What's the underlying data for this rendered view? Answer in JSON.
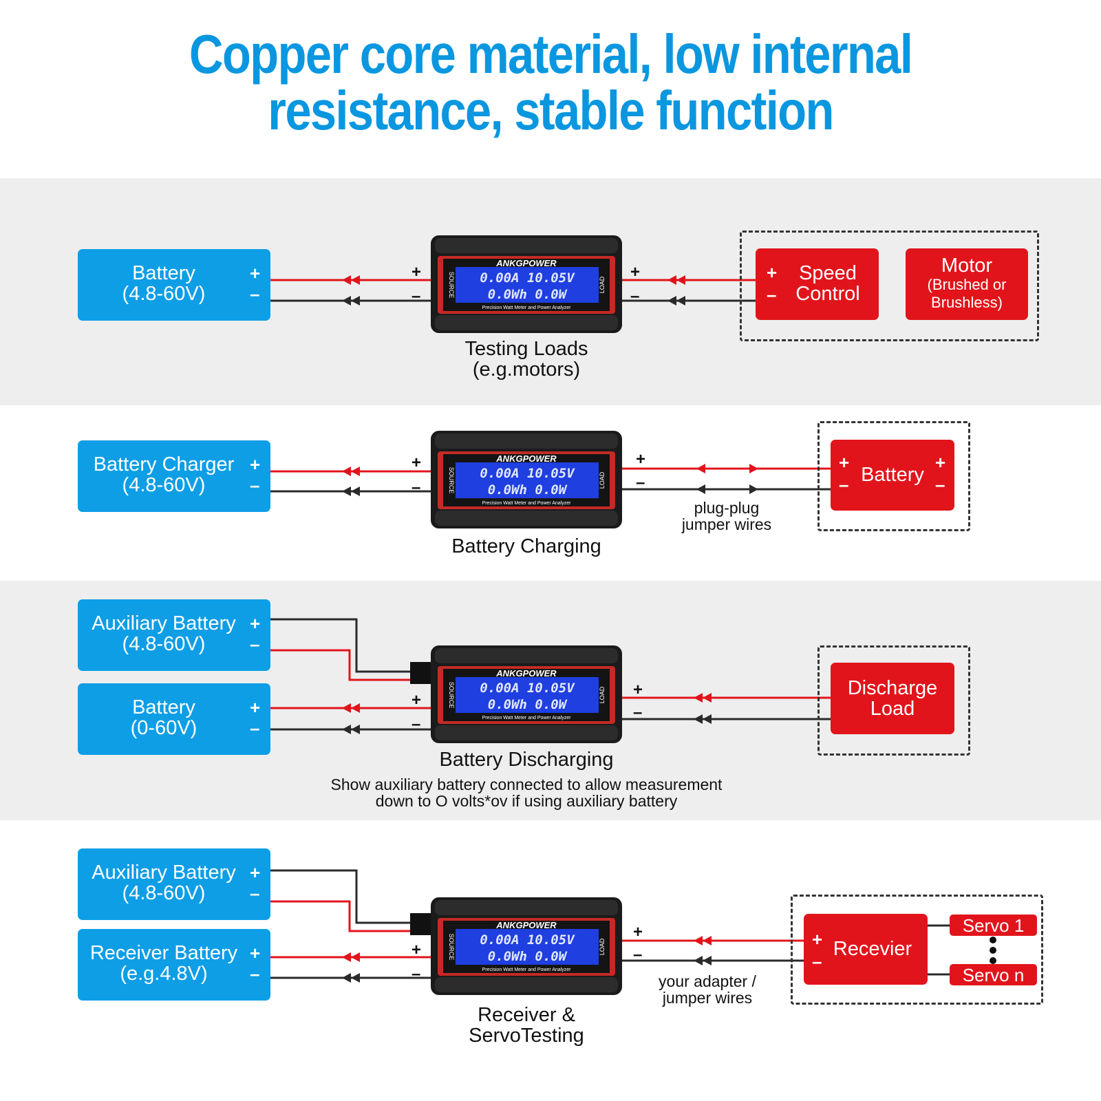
{
  "title": {
    "line1": "Copper core material, low internal",
    "line2": "resistance, stable function"
  },
  "colors": {
    "blue": "#0e9ee6",
    "red": "#e2141b",
    "title_blue": "#0a97e0",
    "band_gray": "#eeeeee",
    "lcd_blue": "#1f3fe0"
  },
  "meter": {
    "brand": "ANKGPOWER",
    "line1": "0.00A 10.05V",
    "line2": "0.0Wh   0.0W",
    "footer": "Precision Watt Meter and Power Analyzer",
    "source_label": "SOURCE",
    "load_label": "LOAD"
  },
  "signs": {
    "plus": "+",
    "minus": "–"
  },
  "sections": {
    "testing": {
      "battery_l1": "Battery",
      "battery_l2": "(4.8-60V)",
      "speed_l1": "Speed",
      "speed_l2": "Control",
      "motor_l1": "Motor",
      "motor_l2": "(Brushed or",
      "motor_l3": "Brushless)",
      "caption_l1": "Testing Loads",
      "caption_l2": "(e.g.motors)"
    },
    "charging": {
      "charger_l1": "Battery Charger",
      "charger_l2": "(4.8-60V)",
      "battery": "Battery",
      "note_l1": "plug-plug",
      "note_l2": "jumper wires",
      "caption": "Battery Charging"
    },
    "discharging": {
      "aux_l1": "Auxiliary Battery",
      "aux_l2": "(4.8-60V)",
      "battery_l1": "Battery",
      "battery_l2": "(0-60V)",
      "load_l1": "Discharge",
      "load_l2": "Load",
      "caption": "Battery Discharging",
      "note_l1": "Show auxiliary battery connected to allow measurement",
      "note_l2": "down to O volts*ov if using auxiliary battery"
    },
    "servo": {
      "aux_l1": "Auxiliary Battery",
      "aux_l2": "(4.8-60V)",
      "rx_l1": "Receiver Battery",
      "rx_l2": "(e.g.4.8V)",
      "receiver": "Recevier",
      "servo1": "Servo 1",
      "servon": "Servo n",
      "note_l1": "your adapter /",
      "note_l2": "jumper wires",
      "caption_l1": "Receiver &",
      "caption_l2": "ServoTesting"
    }
  }
}
